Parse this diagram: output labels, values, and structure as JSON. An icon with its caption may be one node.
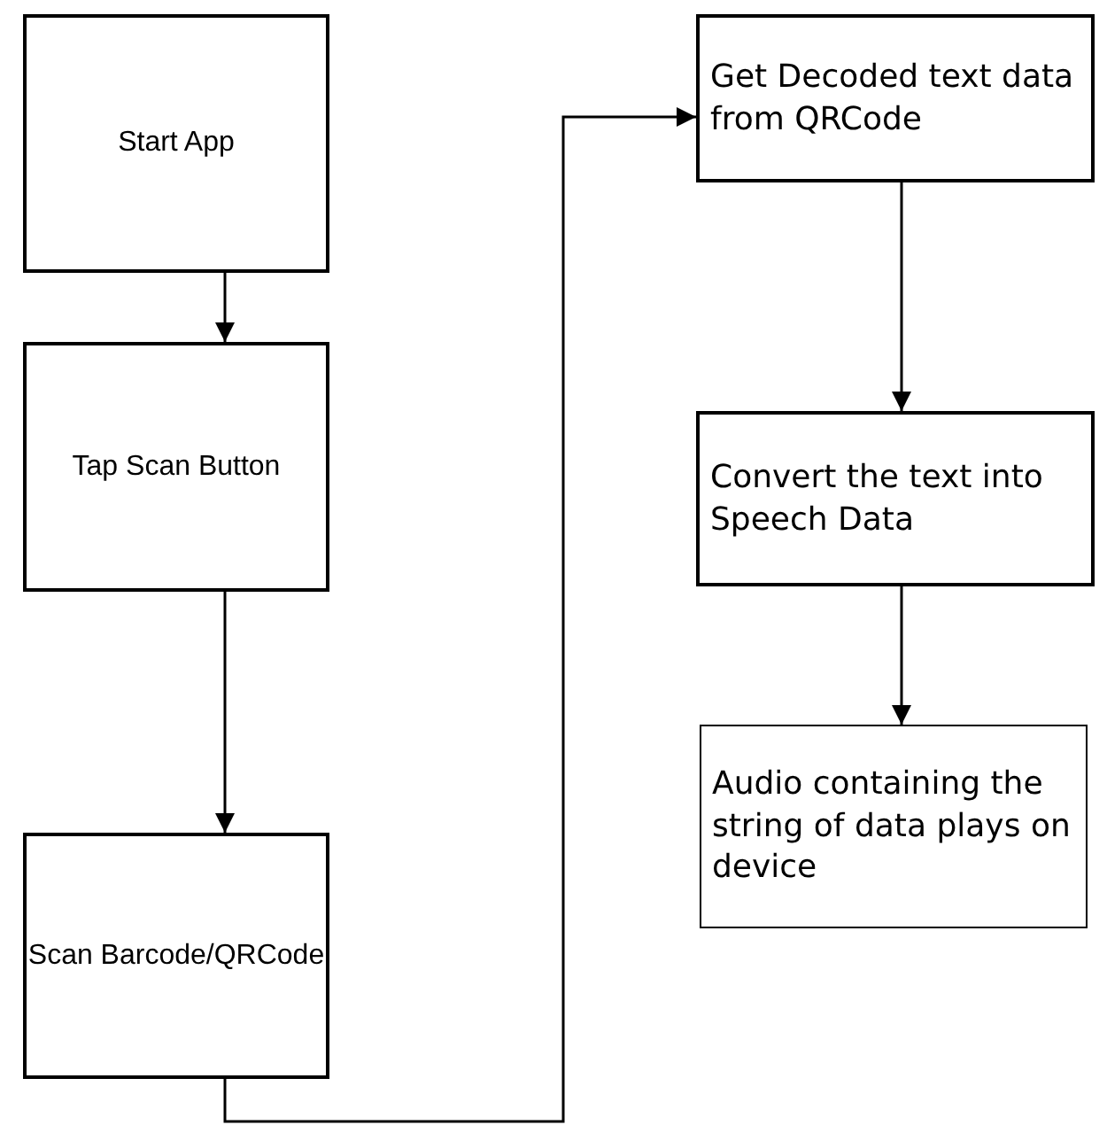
{
  "diagram": {
    "nodes": [
      {
        "text": [
          "Start App"
        ]
      },
      {
        "text": [
          "Tap Scan Button"
        ]
      },
      {
        "text": [
          "Scan Barcode/QRCode"
        ]
      },
      {
        "text": [
          "Get Decoded text data from QRCode"
        ]
      },
      {
        "text": [
          "Convert the text into Speech Data"
        ]
      },
      {
        "text": [
          "Audio containing the string of data plays on device"
        ]
      }
    ],
    "edges": [
      {
        "from": 0,
        "to": 1,
        "arrow": "to"
      },
      {
        "from": 1,
        "to": 2,
        "arrow": "to"
      },
      {
        "from": 2,
        "to": 3,
        "arrow": "to"
      },
      {
        "from": 3,
        "to": 4,
        "arrow": "to"
      },
      {
        "from": 4,
        "to": 5,
        "arrow": "to"
      }
    ]
  }
}
